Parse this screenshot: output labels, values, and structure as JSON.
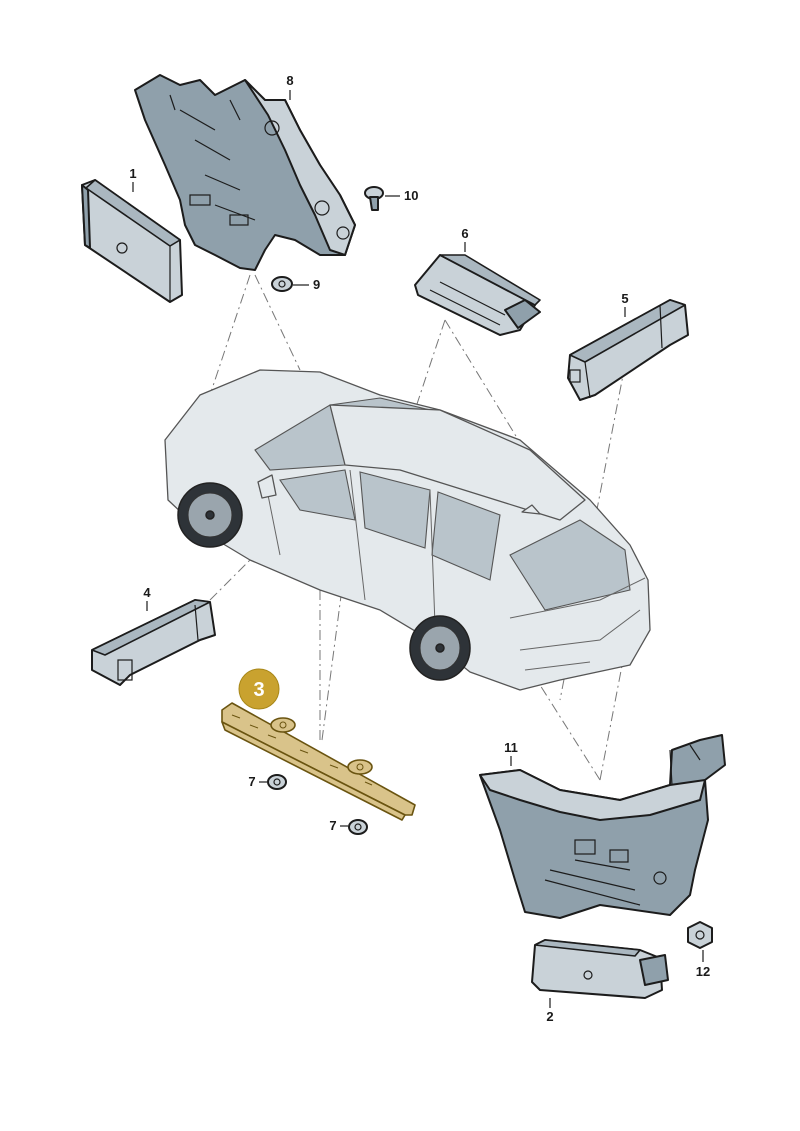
{
  "callouts": [
    {
      "id": "c1",
      "label": "1"
    },
    {
      "id": "c2",
      "label": "2"
    },
    {
      "id": "c4",
      "label": "4"
    },
    {
      "id": "c5",
      "label": "5"
    },
    {
      "id": "c6",
      "label": "6"
    },
    {
      "id": "c7a",
      "label": "7"
    },
    {
      "id": "c7b",
      "label": "7"
    },
    {
      "id": "c8",
      "label": "8"
    },
    {
      "id": "c9",
      "label": "9"
    },
    {
      "id": "c10",
      "label": "10"
    },
    {
      "id": "c11",
      "label": "11"
    },
    {
      "id": "c12",
      "label": "12"
    }
  ],
  "highlight": {
    "label": "3",
    "color": "#c9a22f"
  },
  "colors": {
    "part": "#c9d2d8",
    "car": "#e4e9ec",
    "highlight_part": "#d9c38a"
  }
}
